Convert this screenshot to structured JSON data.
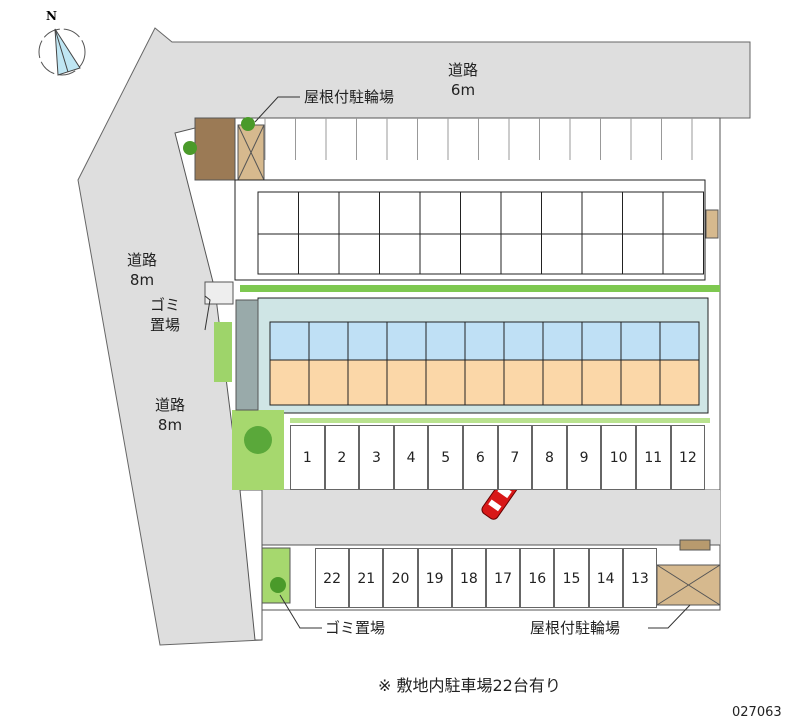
{
  "road_top": {
    "name": "道路",
    "width": "6m"
  },
  "road_left_1": {
    "name": "道路",
    "width": "8m"
  },
  "road_left_2": {
    "name": "道路",
    "width": "8m"
  },
  "garbage_top": {
    "line1": "ゴミ",
    "line2": "置場"
  },
  "garbage_bottom": "ゴミ置場",
  "bike_shed_top": "屋根付駐輪場",
  "bike_shed_bottom": "屋根付駐輪場",
  "north_label": "N",
  "note": "※ 敷地内駐車場22台有り",
  "code": "027063",
  "parking_row_1": [
    "1",
    "2",
    "3",
    "4",
    "5",
    "6",
    "7",
    "8",
    "9",
    "10",
    "11",
    "12"
  ],
  "parking_row_2": [
    "22",
    "21",
    "20",
    "19",
    "18",
    "17",
    "16",
    "15",
    "14",
    "13"
  ],
  "colors": {
    "road": "#dedede",
    "green": "#7ec850",
    "unit_blue": "#bfe0f5",
    "unit_orange": "#fbd7a8",
    "car": "#d81818"
  }
}
